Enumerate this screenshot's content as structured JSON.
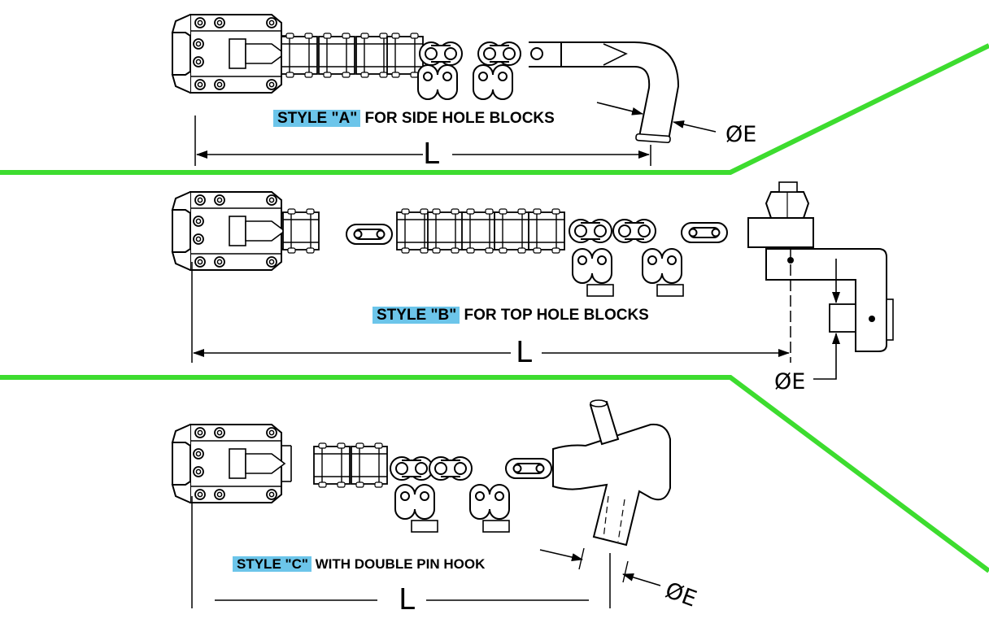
{
  "colors": {
    "divider": "#3ddc2f",
    "highlight": "#6cc5ea",
    "line": "#000000",
    "background": "#ffffff"
  },
  "styles": [
    {
      "style_label": "STYLE \"A\"",
      "description": " FOR SIDE HOLE BLOCKS",
      "length_label": "L",
      "diameter_label": "ØE"
    },
    {
      "style_label": "STYLE \"B\"",
      "description": " FOR TOP HOLE BLOCKS",
      "length_label": "L",
      "diameter_label": "ØE"
    },
    {
      "style_label": "STYLE \"C\"",
      "description": " WITH DOUBLE PIN HOOK",
      "length_label": "L",
      "diameter_label": "ØE"
    }
  ]
}
